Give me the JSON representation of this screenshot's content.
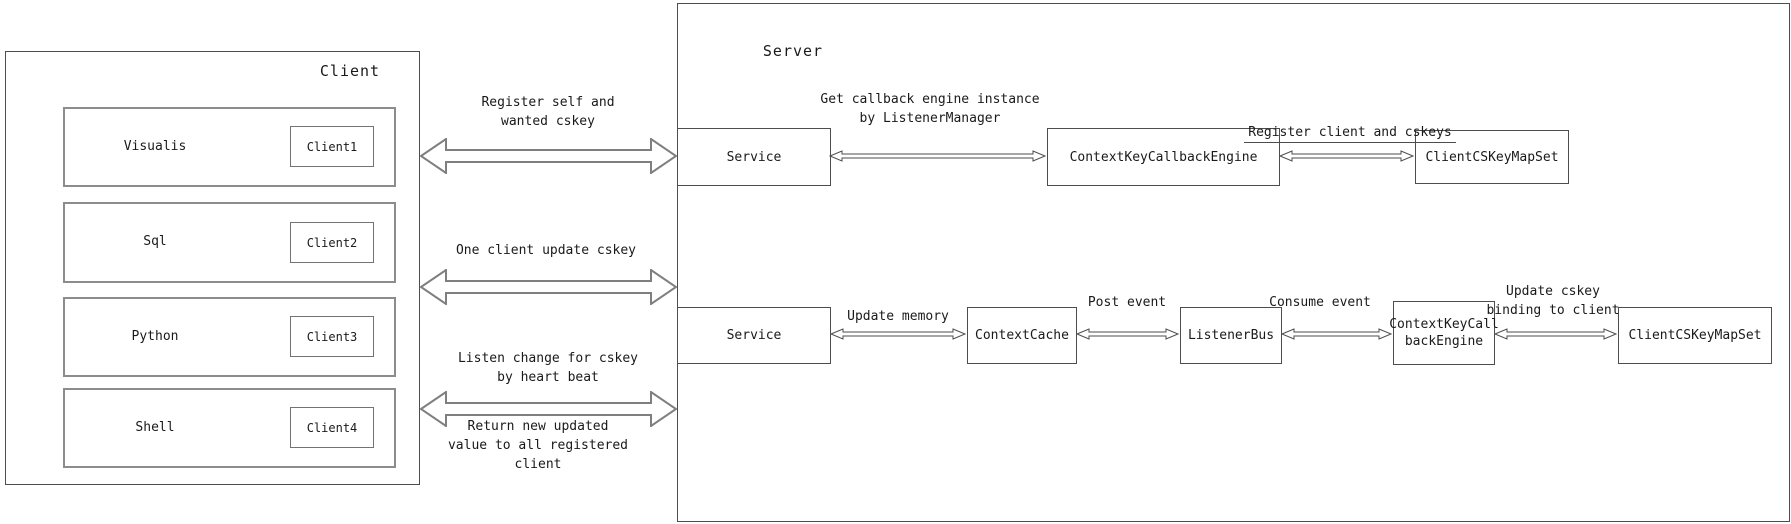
{
  "client": {
    "title": "Client",
    "rows": [
      {
        "name": "Visualis",
        "tag": "Client1"
      },
      {
        "name": "Sql",
        "tag": "Client2"
      },
      {
        "name": "Python",
        "tag": "Client3"
      },
      {
        "name": "Shell",
        "tag": "Client4"
      }
    ]
  },
  "server": {
    "title": "Server",
    "row1": {
      "service": "Service",
      "engine": "ContextKeyCallbackEngine",
      "mapset": "ClientCSKeyMapSet",
      "label_get_callback": "Get callback engine instance\nby ListenerManager",
      "label_register_client": "Register client and cskeys"
    },
    "row2": {
      "service": "Service",
      "cache": "ContextCache",
      "bus": "ListenerBus",
      "engine": "ContextKeyCall\nbackEngine",
      "mapset": "ClientCSKeyMapSet",
      "label_update_memory": "Update memory",
      "label_post_event": "Post event",
      "label_consume_event": "Consume event",
      "label_update_cskey": "Update cskey\nbinding to client"
    }
  },
  "flows": {
    "register_self": "Register self and\nwanted cskey",
    "one_client": "One client update cskey",
    "listen_change": "Listen change for cskey\nby heart beat",
    "return_new": "Return new updated\nvalue to all registered\nclient"
  },
  "colors": {
    "line": "#4d4d4d",
    "big_arrow_outline": "#7f7f7f",
    "background": "#ffffff"
  }
}
